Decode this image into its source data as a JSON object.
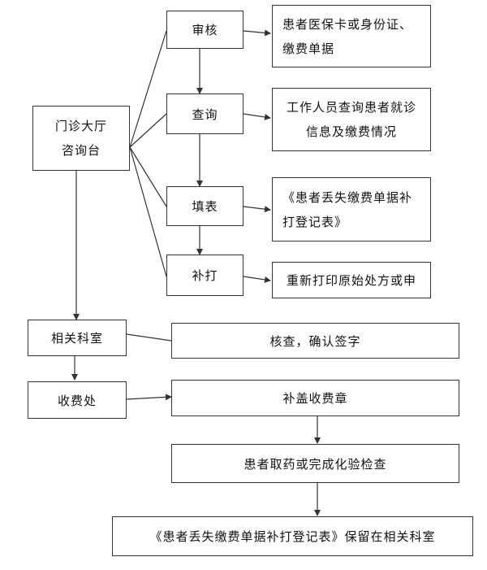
{
  "nodes": {
    "lobby": [
      "门诊大厅",
      "咨询台"
    ],
    "review": "审核",
    "review_note": [
      "患者医保卡或身份证、",
      "缴费单据"
    ],
    "query": "查询",
    "query_note": [
      "工作人员查询患者就诊",
      "信息及缴费情况"
    ],
    "fill": "填表",
    "fill_note": [
      "《患者丢失缴费单据补",
      "打登记表》"
    ],
    "reprint": "补打",
    "reprint_note": "重新打印原始处方或申",
    "dept": "相关科室",
    "dept_note": "核查，确认签字",
    "cashier": "收费处",
    "cashier_note": "补盖收费章",
    "patient": "患者取药或完成化验检查",
    "archive": "《患者丢失缴费单据补打登记表》保留在相关科室"
  },
  "colors": {
    "line": "#333333",
    "box_border": "#333333",
    "text": "#111111"
  }
}
